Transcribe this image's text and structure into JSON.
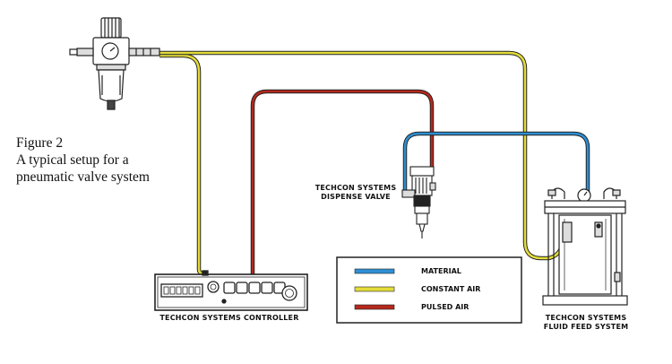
{
  "figure": {
    "number": "Figure 2",
    "caption_line1": "A typical setup for a",
    "caption_line2": "pneumatic valve system"
  },
  "labels": {
    "dispense_valve_line1": "TECHCON SYSTEMS",
    "dispense_valve_line2": "DISPENSE VALVE",
    "controller": "TECHCON SYSTEMS CONTROLLER",
    "fluid_feed_line1": "TECHCON SYSTEMS",
    "fluid_feed_line2": "FLUID FEED SYSTEM"
  },
  "legend": {
    "items": [
      {
        "label": "MATERIAL",
        "color": "#2f8fd4"
      },
      {
        "label": "CONSTANT AIR",
        "color": "#e3dc3a"
      },
      {
        "label": "PULSED AIR",
        "color": "#b5281d"
      }
    ]
  },
  "colors": {
    "material": "#2f8fd4",
    "constant_air": "#e3dc3a",
    "pulsed_air": "#b5281d",
    "outline": "#222222"
  },
  "icons": [
    "filter-regulator-icon",
    "pressure-gauge-icon",
    "dispense-valve-icon",
    "controller-icon",
    "fluid-feed-tank-icon"
  ]
}
